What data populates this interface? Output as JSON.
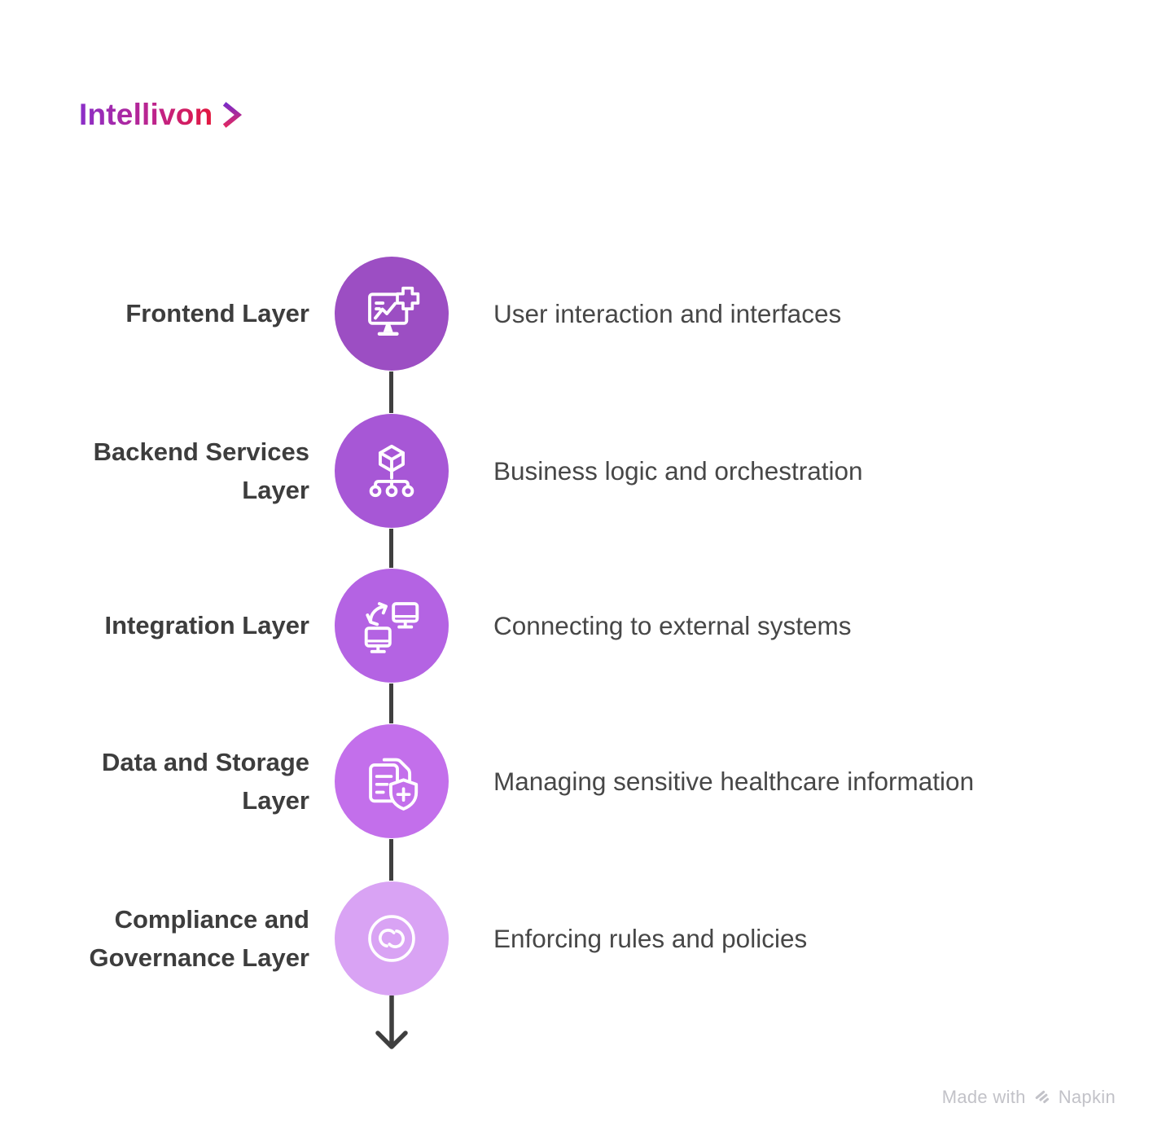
{
  "logo": {
    "text": "Intellivon",
    "gradient_start": "#8B2FC9",
    "gradient_mid": "#C12387",
    "gradient_end": "#E3173D",
    "chevron_top": "#7B2BC8",
    "chevron_bottom": "#E02864"
  },
  "steps": [
    {
      "label": "Frontend Layer",
      "description": "User interaction and interfaces",
      "color": "#9C4EC3",
      "icon": "medical-monitor-icon"
    },
    {
      "label": "Backend Services Layer",
      "description": "Business logic and orchestration",
      "color": "#A757D6",
      "icon": "cube-hierarchy-icon"
    },
    {
      "label": "Integration Layer",
      "description": "Connecting to external systems",
      "color": "#B463E3",
      "icon": "sync-monitors-icon"
    },
    {
      "label": "Data and Storage Layer",
      "description": "Managing sensitive healthcare information",
      "color": "#C36FEB",
      "icon": "document-shield-icon"
    },
    {
      "label": "Compliance and Governance Layer",
      "description": "Enforcing rules and policies",
      "color": "#D9A3F4",
      "icon": "interlocking-loops-icon"
    }
  ],
  "connector": {
    "color": "#3F3F3F"
  },
  "footer": {
    "made_with": "Made with",
    "brand": "Napkin",
    "color": "#C2C2C8"
  }
}
